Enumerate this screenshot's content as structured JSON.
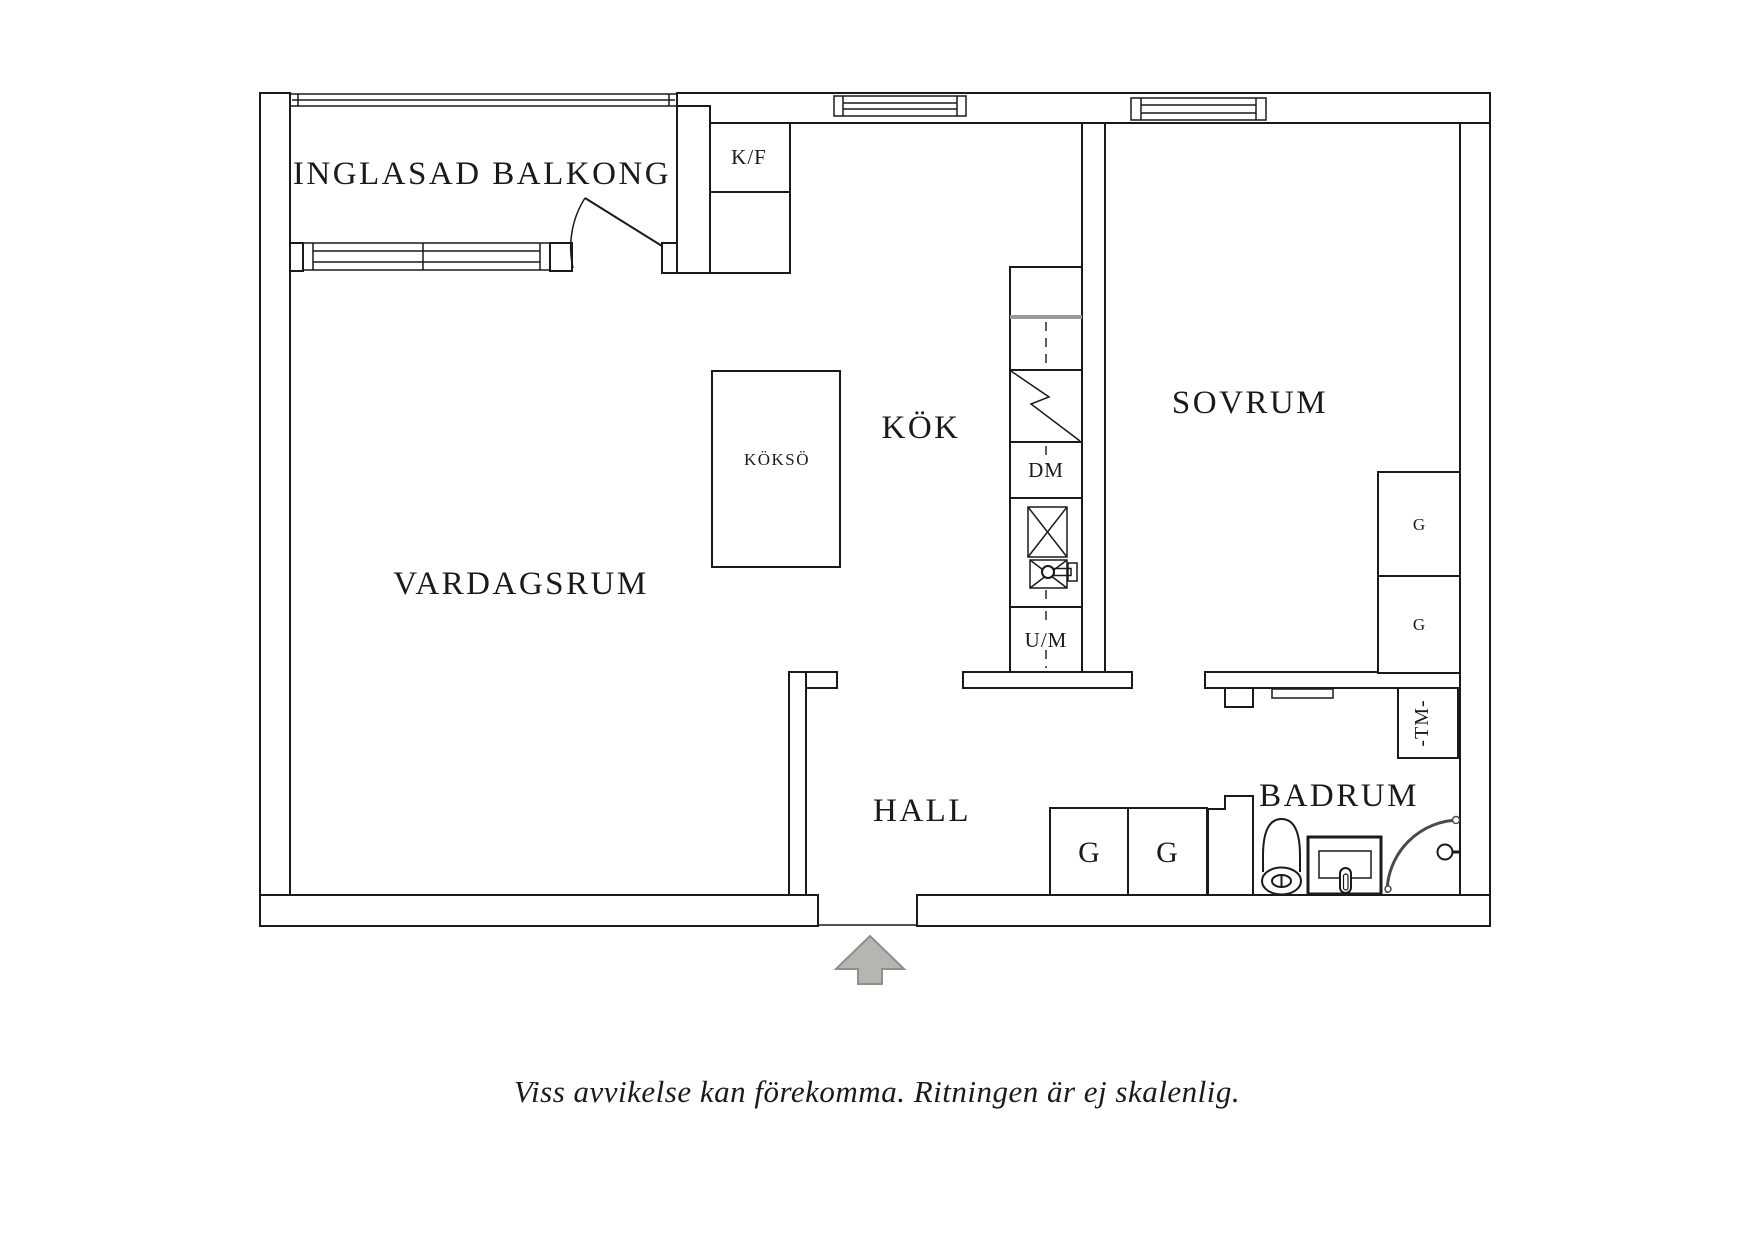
{
  "rooms": {
    "balcony": "INGLASAD BALKONG",
    "living_room": "VARDAGSRUM",
    "kitchen": "KÖK",
    "bedroom": "SOVRUM",
    "hall": "HALL",
    "bathroom": "BADRUM"
  },
  "fixtures": {
    "fridge_freezer": "K/F",
    "kitchen_island": "KÖKSÖ",
    "dishwasher": "DM",
    "oven_microwave": "U/M",
    "washing_machine": "-TM-",
    "wardrobe": "G"
  },
  "footer": {
    "disclaimer": "Viss avvikelse kan förekomma. Ritningen är ej skalenlig."
  },
  "colors": {
    "background": "#ffffff",
    "wall_line": "#1a1a1a",
    "counter_gray_line": "#9a9a9a",
    "arrow_fill": "#b5b5b1",
    "arrow_stroke": "#8e8e8a",
    "shower_line": "#4a4a4a"
  }
}
